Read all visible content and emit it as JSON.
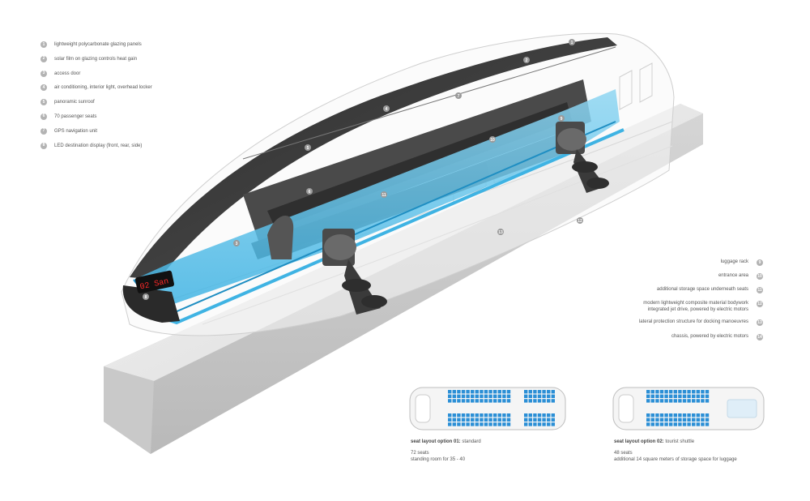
{
  "legend_left": [
    {
      "num": "1",
      "label": "lightweight polycarbonate glazing panels"
    },
    {
      "num": "2",
      "label": "solar film on glazing controls heat gain"
    },
    {
      "num": "3",
      "label": "access door"
    },
    {
      "num": "4",
      "label": "air conditioning, interior light, overhead locker"
    },
    {
      "num": "5",
      "label": "panoramic sunroof"
    },
    {
      "num": "6",
      "label": "70 passenger seats"
    },
    {
      "num": "7",
      "label": "GPS navigation unit"
    },
    {
      "num": "8",
      "label": "LED destination display (front, rear, side)"
    }
  ],
  "legend_right": [
    {
      "num": "9",
      "label": "luggage rack"
    },
    {
      "num": "10",
      "label": "entrance area"
    },
    {
      "num": "11",
      "label": "additional storage space underneath seats"
    },
    {
      "num": "12",
      "label": "modern lightweight composite material bodywork\nintegrated jet drive, powered by electric motors"
    },
    {
      "num": "13",
      "label": "lateral protection structure for docking manoeuvres"
    },
    {
      "num": "14",
      "label": "chassis, powered by electric motors"
    }
  ],
  "destination_display": "02 San",
  "callouts": [
    "1",
    "2",
    "3",
    "4",
    "5",
    "6",
    "7",
    "8",
    "9",
    "10",
    "11",
    "12",
    "13"
  ],
  "layout_option_1": {
    "title_bold": "seat layout option 01:",
    "title_rest": " standard",
    "line1": "72 seats",
    "line2": "standing room for 35 - 40"
  },
  "layout_option_2": {
    "title_bold": "seat layout option 02:",
    "title_rest": " tourist shuttle",
    "line1": "48 seats",
    "line2": "additional 14 square meters of storage space for luggage"
  },
  "colors": {
    "accent_blue": "#3fb3e3",
    "seat_blue": "#2b8fd6",
    "callout_grey": "#b3b3b3",
    "seat_dark": "#3c3c3c"
  }
}
